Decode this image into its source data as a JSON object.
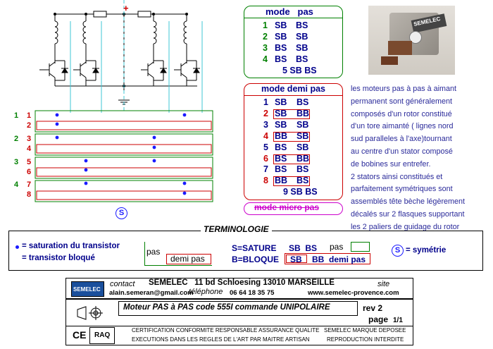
{
  "mode_pas": {
    "title": "mode   pas",
    "rows": [
      {
        "n": "1",
        "a": "SB",
        "b": "BS"
      },
      {
        "n": "2",
        "a": "SB",
        "b": "SB"
      },
      {
        "n": "3",
        "a": "BS",
        "b": "SB"
      },
      {
        "n": "4",
        "a": "BS",
        "b": "BS"
      }
    ],
    "repeat": "5 SB BS"
  },
  "mode_demi_pas": {
    "title": "mode demi pas",
    "rows": [
      {
        "n": "1",
        "a": "SB",
        "b": "BS"
      },
      {
        "n": "2",
        "a": "SB",
        "b": "BB"
      },
      {
        "n": "3",
        "a": "SB",
        "b": "SB"
      },
      {
        "n": "4",
        "a": "BB",
        "b": "SB"
      },
      {
        "n": "5",
        "a": "BS",
        "b": "SB"
      },
      {
        "n": "6",
        "a": "BS",
        "b": "BB"
      },
      {
        "n": "7",
        "a": "BS",
        "b": "BS"
      },
      {
        "n": "8",
        "a": "BB",
        "b": "BS"
      }
    ],
    "repeat": "9 SB BS"
  },
  "mode_micro_pas": "mode micro pas",
  "motor_photo_label": "SEMELEC",
  "description": [
    "les moteurs pas à pas à aimant",
    "permanent sont généralement",
    "composés d'un rotor constitué",
    "d'un tore aimanté ( lignes nord",
    "sud paralleles à l'axe)tournant",
    "au centre d'un stator composé",
    "de bobines sur entrefer.",
    "2 stators ainsi constitués et",
    "parfaitement symétriques sont",
    "assemblés tête bèche légèrement",
    "décalés sur 2 flasques supportant",
    "les 2 paliers de guidage du rotor"
  ],
  "schematic": {
    "plus": "+",
    "symmetry": "S",
    "steps": [
      {
        "outer": "1",
        "inner": [
          "1",
          "2"
        ]
      },
      {
        "outer": "2",
        "inner": [
          "3",
          "4"
        ]
      },
      {
        "outer": "3",
        "inner": [
          "5",
          "6"
        ]
      },
      {
        "outer": "4",
        "inner": [
          "7",
          "8"
        ]
      }
    ]
  },
  "terminology": {
    "title": "TERMINOLOGIE",
    "sat": "= saturation du transistor",
    "blk": "= transistor bloqué",
    "pas": "pas",
    "demi": "demi pas",
    "s_def": "S=SATURE",
    "b_def": "B=BLOQUE",
    "sb_bs_1": "SB  BS",
    "pas2": "pas",
    "sb": "SB",
    "bb": "BB",
    "demi2": "demi pas",
    "sym_letter": "S",
    "sym": "= symétrie"
  },
  "title_block": {
    "logo": "SEMELEC",
    "contact": "contact",
    "company": "SEMELEC   11 bd Schloesing 13010 MARSEILLE",
    "site": "site",
    "email": "alain.semeran@gmail.com",
    "phone_label": "téléphone",
    "phone": "06 64 18 35 75",
    "web": "www.semelec-provence.com",
    "title": "Moteur PAS à PAS code 555I commande UNIPOLAIRE",
    "rev": "rev 2",
    "page": "page",
    "page_num": "1/1",
    "ce": "CE",
    "raq": "RAQ",
    "cert1": "CERTIFICATION CONFORMITE RESPONSABLE ASSURANCE QUALITE",
    "cert2": "EXECUTIONS DANS LES REGLES DE L'ART PAR MAITRE ARTISAN",
    "mark1": "SEMELEC MARQUE DEPOSEE",
    "mark2": "REPRODUCTION INTERDITE"
  }
}
